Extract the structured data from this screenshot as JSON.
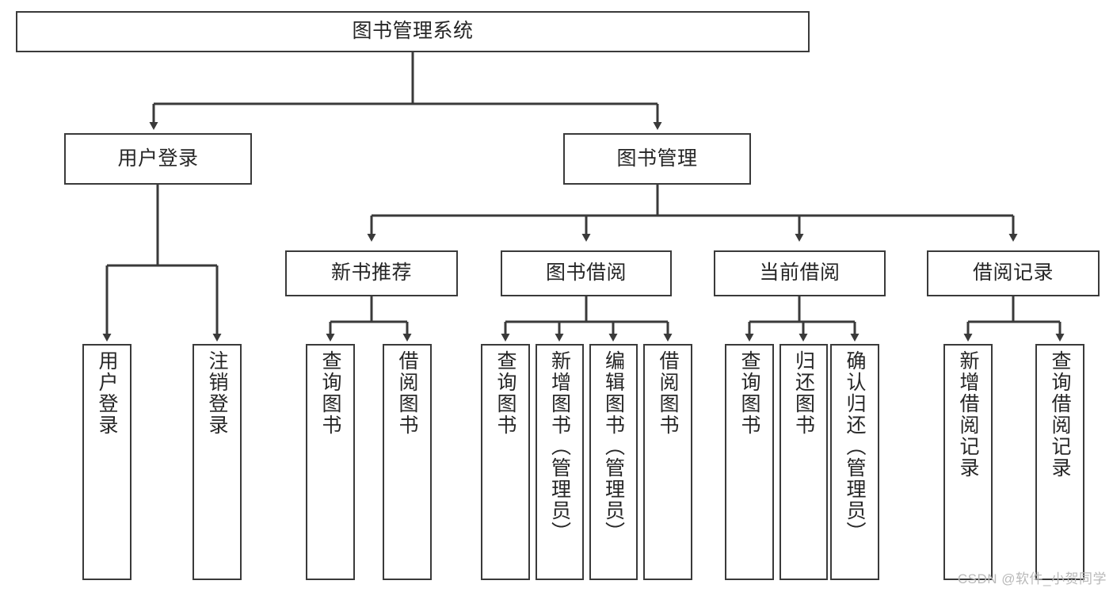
{
  "diagram": {
    "type": "tree-hierarchy",
    "title": "图书管理系统",
    "watermark": "CSDN @软件_小贺同学",
    "colors": {
      "box_border": "#3a3a3a",
      "box_fill": "#ffffff",
      "line": "#3a3a3a",
      "text": "#262626",
      "watermark": "#b9b9b9",
      "background": "#ffffff"
    },
    "root": {
      "label": "图书管理系统"
    },
    "level2": [
      {
        "label": "用户登录"
      },
      {
        "label": "图书管理"
      }
    ],
    "level3": [
      {
        "label": "新书推荐"
      },
      {
        "label": "图书借阅"
      },
      {
        "label": "当前借阅"
      },
      {
        "label": "借阅记录"
      }
    ],
    "leaves": {
      "user_login": [
        {
          "label": "用户登录"
        },
        {
          "label": "注销登录"
        }
      ],
      "new_book_recommend": [
        {
          "label": "查询图书"
        },
        {
          "label": "借阅图书"
        }
      ],
      "book_borrow": [
        {
          "label": "查询图书"
        },
        {
          "label": "新增图书（管理员）"
        },
        {
          "label": "编辑图书（管理员）"
        },
        {
          "label": "借阅图书"
        }
      ],
      "current_borrow": [
        {
          "label": "查询图书"
        },
        {
          "label": "归还图书"
        },
        {
          "label": "确认归还（管理员）"
        }
      ],
      "borrow_record": [
        {
          "label": "新增借阅记录"
        },
        {
          "label": "查询借阅记录"
        }
      ]
    }
  }
}
